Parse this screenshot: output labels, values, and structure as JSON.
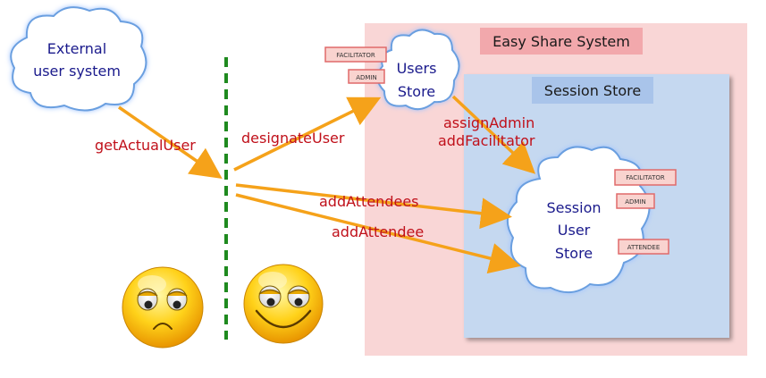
{
  "system": {
    "title": "Easy Share System",
    "session_store_title": "Session Store"
  },
  "clouds": {
    "external": [
      "External",
      "user system"
    ],
    "users_store": [
      "Users",
      "Store"
    ],
    "session_user_store": [
      "Session",
      "User",
      "Store"
    ]
  },
  "tags": {
    "users_store": [
      "FACILITATOR",
      "ADMIN"
    ],
    "session_user_store": [
      "FACILITATOR",
      "ADMIN",
      "ATTENDEE"
    ]
  },
  "arrows": {
    "get_actual_user": "getActualUser",
    "designate_user": "designateUser",
    "assign_admin": "assignAdmin",
    "add_facilitator": "addFacilitator",
    "add_attendees": "addAttendees",
    "add_attendee": "addAttendee"
  },
  "colors": {
    "system_bg": "#f9d6d6",
    "system_title_bg": "#f2a8ac",
    "session_bg": "#c5d8f0",
    "session_title_bg": "#a9c4ea",
    "arrow": "#f5a21a",
    "label": "#c0101a",
    "cloud_text": "#1a1a8c",
    "divider": "#1f8a1f",
    "tag_bg": "#f9d3cf",
    "tag_border": "#e06a6a"
  },
  "faces": [
    "sad-face",
    "happy-face"
  ]
}
